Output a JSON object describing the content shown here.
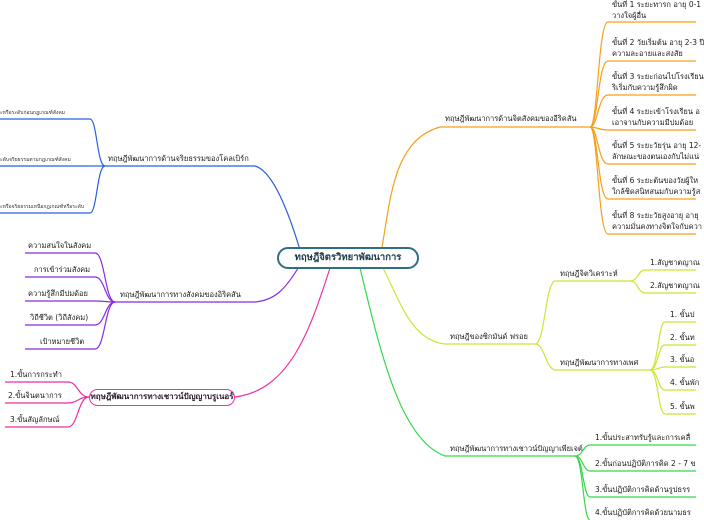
{
  "root": "ทฤษฎีจิตรวิทยาพัฒนาการ",
  "colors": {
    "root_border": "#2e6f86",
    "branch_orange": "#f5a01a",
    "branch_yellowgreen": "#c8e832",
    "branch_green": "#33d94a",
    "branch_blue": "#2860e0",
    "branch_purple": "#8a2be2",
    "branch_pink": "#ee2fa4"
  },
  "branches": {
    "erikson": {
      "label": "ทฤษฎีพัฒนาการด้านจิตสังคมของอีริคสัน",
      "items": [
        "ขั้นที่ 1 ระยะทารก อายุ 0-1",
        "วางใจผู้อื่น",
        "ขั้นที่ 2 วัยเริ่มต้น อายุ 2-3 ปี",
        "ความละอายและสงสัย",
        "ขั้นที่ 3 ระยะก่อนไปโรงเรียน",
        "ริเริ่มกับความรู้สึกผิด",
        "ขั้นที่ 4 ระยะเข้าโรงเรียน อ",
        "เอาจานกับความมีปมด้อย",
        "ขั้นที่ 5 ระยะวัยรุ่น อายุ 12-",
        "ลักษณะของตนเองกับไม่แน่",
        "ขั้นที่ 6 ระยะต้นของวัยผู้ให",
        "ใกล้ชิดสนิทสนมกับความรู้ส",
        "ขั้นที่ 8 ระยะวัยสูงอายุ อายุ",
        "ความมั่นคงทางจิตใจกับควา"
      ]
    },
    "freud": {
      "label": "ทฤษฎีของซิกมันด์ ฟรอย",
      "sub1": {
        "label": "ทฤษฎีจิตวิเคราะห์",
        "items": [
          "1.สัญชาตญาณ",
          "2.สัญชาตญาณ"
        ]
      },
      "sub2": {
        "label": "ทฤษฎีพัฒนาการทางเพศ",
        "items": [
          "1. ขั้นป",
          "2. ขั้นท",
          "3. ขั้นอ",
          "4. ขั้นพัก",
          "5. ขั้นพ"
        ]
      }
    },
    "piaget": {
      "label": "ทฤษฎีพัฒนาการทางเชาวน์ปัญญาเพียเจต์",
      "items": [
        "1.ขั้นประสาทรับรู้และการเคลื่",
        "2.ขั้นก่อนปฏิบัติการคิด 2 - 7 ข",
        "3.ขั้นปฏิบัติการคิดด้านรูปธรร",
        "4.ขั้นปฏิบัติการคิดด้วยนามธร"
      ]
    },
    "kohlberg": {
      "label": "ทฤษฎีพัฒนาการด้านจริยธรรมของโคลเบิร์ก",
      "items": [
        "ะหรือระดับก่อนกฎเกณฑ์สังคม",
        "ะดับจริยธรรมตามกฎเกณฑ์สังคม",
        "ะหรือจริยธรรมเหนือกฎเกณฑ์หรือระดับ"
      ]
    },
    "erikson_social": {
      "label": "ทฤษฎีพัฒนาการทางสังคมของอิริคสัน",
      "items": [
        "ความสนใจในสังคม",
        "การเข้าร่วมสังคม",
        "ความรู้สึกมีปมด้อย",
        "วิถีชีวิต (วิถีสังคม)",
        "เป้าหมายชีวิต"
      ]
    },
    "bruner": {
      "label": "ทฤษฎีพัฒนาการทางเชาวน์ปัญญาบรูเนอร์",
      "items": [
        "1.ขั้นการกระทำ",
        "2.ขั้นจินตนาการ",
        "3.ขั้นสัญลักษณ์"
      ]
    }
  }
}
